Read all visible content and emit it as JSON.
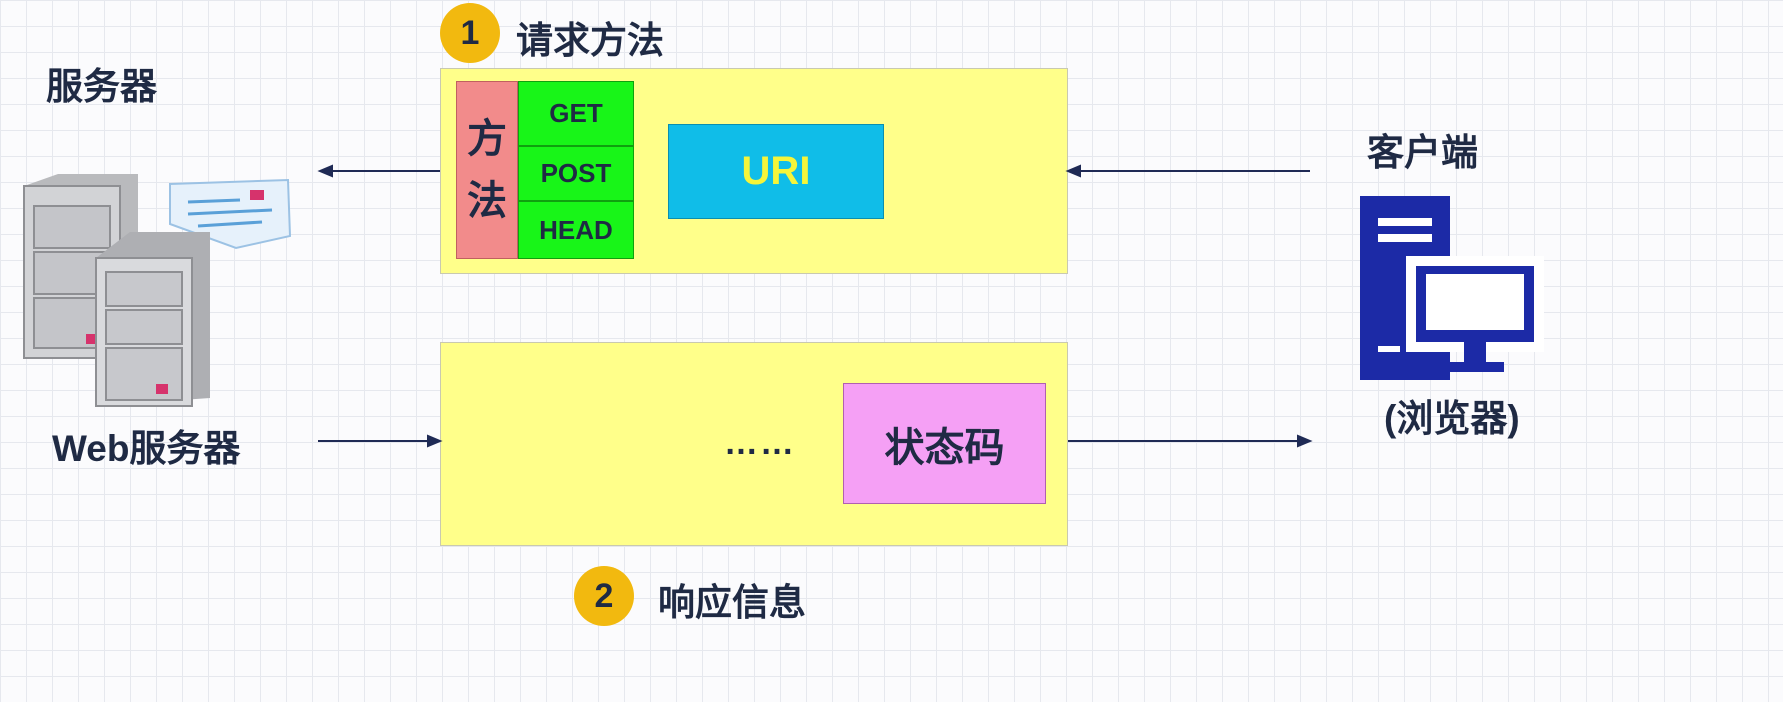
{
  "server": {
    "title": "服务器",
    "label": "Web服务器",
    "icon": "server-icon"
  },
  "client": {
    "title": "客户端",
    "label": "(浏览器)",
    "icon": "computer-icon"
  },
  "request": {
    "number": "1",
    "title": "请求方法",
    "method_label_chars": [
      "方",
      "法"
    ],
    "methods": [
      "GET",
      "POST",
      "HEAD"
    ],
    "uri": "URI"
  },
  "response": {
    "number": "2",
    "title": "响应信息",
    "ellipsis": "……",
    "status": "状态码"
  },
  "colors": {
    "badge": "#f2b90f",
    "panel": "#ffff8a",
    "method_label": "#f28b8b",
    "method_cell": "#18f518",
    "uri": "#10bde8",
    "uri_text": "#f5f53a",
    "status": "#f5a0f5",
    "server_cabinet": "#c7c8cc",
    "client_icon": "#1c2aa6",
    "arrow": "#1f2a55"
  }
}
